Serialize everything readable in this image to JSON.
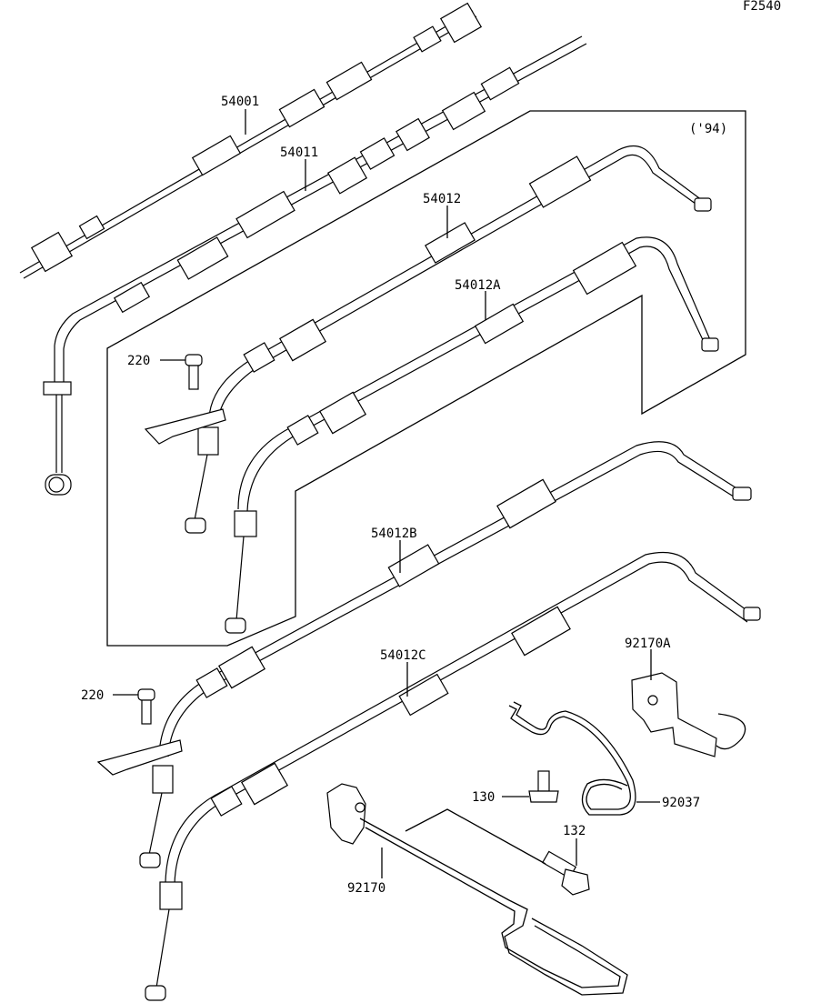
{
  "figure_code": "F2540",
  "year_note": "('94)",
  "labels": {
    "p54001": "54001",
    "p54011": "54011",
    "p54012": "54012",
    "p54012A": "54012A",
    "p54012B": "54012B",
    "p54012C": "54012C",
    "p220_top": "220",
    "p220_bottom": "220",
    "p92170A": "92170A",
    "p92037": "92037",
    "p130": "130",
    "p132": "132",
    "p92170": "92170"
  }
}
